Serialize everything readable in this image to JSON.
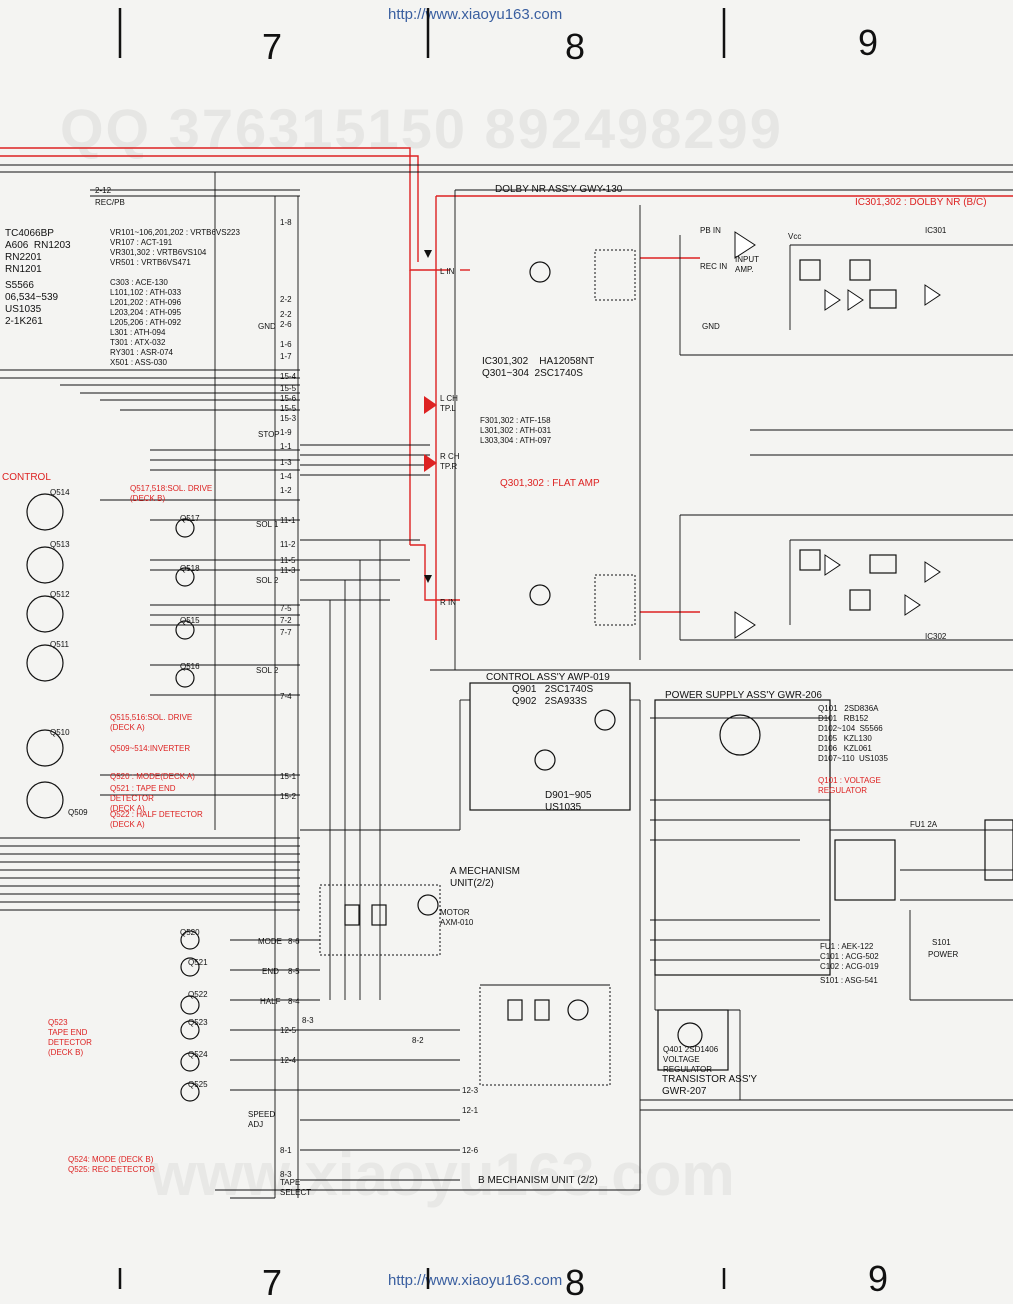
{
  "header": {
    "url": "http://www.xiaoyu163.com"
  },
  "footer": {
    "url": "http://www.xiaoyu163.com"
  },
  "columns": {
    "c7": "7",
    "c8": "8",
    "c9": "9"
  },
  "watermarks": {
    "qq": "QQ 376315150  892498299",
    "site": "www.xiaoyu163.com"
  },
  "colors": {
    "red": "#d22222",
    "ink": "#111111",
    "url": "#3a5fa0"
  },
  "left_notes": {
    "ic_list": "TC4066BP\nA606  RN1203\nRN2201\nRN1201",
    "diodes": "S5566\n06,534~539\nUS1035\n2-1K261",
    "control": "CONTROL"
  },
  "parts_list": "VR101~106,201,202 : VRTB6VS223\nVR107 : ACT-191\nVR301,302 : VRTB6VS104\nVR501 : VRTB6VS471\n\nC303 : ACE-130\nL101,102 : ATH-033\nL201,202 : ATH-096\nL203,204 : ATH-095\nL205,206 : ATH-092\nL301 : ATH-094\nT301 : ATX-032\nRY301 : ASR-074\nX501 : ASS-030",
  "connectors": {
    "a": [
      "2-12",
      "REC/PB"
    ],
    "b": [
      "1-8",
      "2-2",
      "2-2",
      "2-6",
      "1-6",
      "1-7",
      "15-4",
      "15-5",
      "15-6",
      "15-5",
      "15-3",
      "1-9",
      "1-1",
      "1-3",
      "1-4",
      "1-2",
      "11-1",
      "11-2",
      "11-5",
      "11-3",
      "7-5",
      "7-2",
      "7-7",
      "7-4",
      "15-1",
      "15-2"
    ],
    "mech": [
      "8-6",
      "8-5",
      "8-4",
      "8-3",
      "12-5",
      "12-4",
      "12-3",
      "12-1",
      "12-6",
      "8-2",
      "8-1",
      "8-3"
    ]
  },
  "dolby": {
    "title": "DOLBY NR ASS'Y GWY-130",
    "ic_red": "IC301,302 : DOLBY NR (B/C)",
    "ic": "IC301,302    HA12058NT\nQ301~304  2SC1740S",
    "coils": "F301,302 : ATF-158\nL301,302 : ATH-031\nL303,304 : ATH-097",
    "flat_amp": "Q301,302 : FLAT AMP",
    "l_in": "L IN",
    "r_in": "R IN",
    "lch": "L CH\nTP.L",
    "rch": "R CH\nTP.R",
    "ic301": "IC301",
    "ic302": "IC302",
    "pb_in": "PB IN",
    "rec_in": "REC IN",
    "input_amp": "INPUT\nAMP.",
    "gnd": "GND",
    "vcc": "Vcc"
  },
  "control_assy": {
    "title": "CONTROL ASS'Y AWP-019",
    "parts": "Q901   2SC1740S\nQ902   2SA933S",
    "diodes": "D901~905\nUS1035"
  },
  "power": {
    "title": "POWER SUPPLY ASS'Y GWR-206",
    "parts": "Q101   2SD836A\nD101   RB152\nD102~104  S5566\nD105   KZL130\nD106   KZL061\nD107~110  US1035",
    "reg": "Q101 : VOLTAGE\nREGULATOR",
    "fuse": "FU1 2A",
    "fuse_list": "FU1 : AEK-122\nC101 : ACG-502\nC102 : ACG-019",
    "switch": "S101 : ASG-541",
    "power": "POWER",
    "s101": "S101"
  },
  "transistor_assy": {
    "q401": "Q401 2SD1406\nVOLTAGE\nREGULATOR",
    "title": "TRANSISTOR ASS'Y\nGWR-207"
  },
  "deck_labels": {
    "sol_b": "Q517,518:SOL. DRIVE\n(DECK B)",
    "sol_a": "Q515,516:SOL. DRIVE\n(DECK A)",
    "inverter": "Q509~514:INVERTER",
    "mode_a": "Q520 : MODE(DECK A)",
    "tape_end": "Q521 : TAPE END\nDETECTOR\n(DECK A)",
    "half": "Q522 : HALF DETECTOR\n(DECK A)",
    "tape_end_b": "Q523\nTAPE END\nDETECTOR\n(DECK B)",
    "mode_b": "Q524: MODE (DECK B)\nQ525: REC DETECTOR"
  },
  "mechanism": {
    "a": "A MECHANISM\nUNIT(2/2)",
    "motor": "MOTOR\nAXM-010",
    "b": "B MECHANISM UNIT (2/2)",
    "speed": "SPEED\nADJ",
    "tape_select": "TAPE\nSELECT",
    "mode": "MODE",
    "end": "END",
    "half": "HALF",
    "sol1": "SOL 1",
    "sol2": "SOL 2",
    "stop": "STOP"
  },
  "transistors": [
    "Q514",
    "Q513",
    "Q512",
    "Q511",
    "Q510",
    "Q509",
    "Q517",
    "Q518",
    "Q515",
    "Q516",
    "Q520",
    "Q521",
    "Q522",
    "Q523",
    "Q524",
    "Q525"
  ]
}
